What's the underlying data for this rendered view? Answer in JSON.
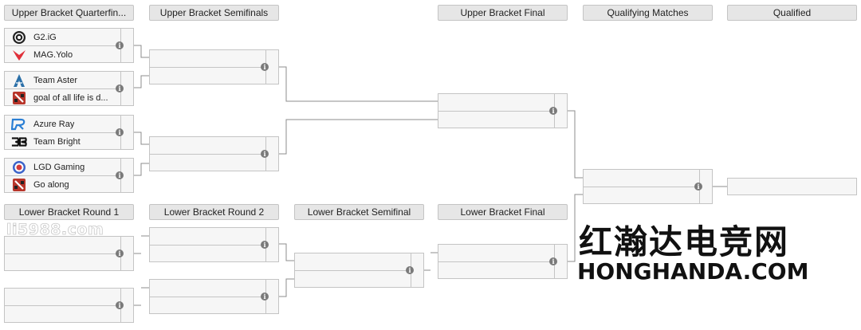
{
  "headers": {
    "ub_quarterfinals": "Upper Bracket Quarterfin...",
    "ub_semifinals": "Upper Bracket Semifinals",
    "ub_final": "Upper Bracket Final",
    "qualifying_matches": "Qualifying Matches",
    "qualified": "Qualified",
    "lb_round1": "Lower Bracket Round 1",
    "lb_round2": "Lower Bracket Round 2",
    "lb_semifinal": "Lower Bracket Semifinal",
    "lb_final": "Lower Bracket Final"
  },
  "matches": {
    "ubqf1": {
      "team1": "G2.iG",
      "team2": "MAG.Yolo"
    },
    "ubqf2": {
      "team1": "Team Aster",
      "team2": "goal of all life is d..."
    },
    "ubqf3": {
      "team1": "Azure Ray",
      "team2": "Team Bright"
    },
    "ubqf4": {
      "team1": "LGD Gaming",
      "team2": "Go along"
    }
  },
  "info_glyph": "i",
  "icons": {
    "g2ig": "g2ig-logo-icon",
    "magyolo": "mag-yolo-logo-icon",
    "aster": "team-aster-logo-icon",
    "dota_default": "dota2-logo-icon",
    "azure": "azure-ray-logo-icon",
    "bright": "team-bright-logo-icon",
    "lgd": "lgd-gaming-logo-icon",
    "info": "info-icon"
  },
  "watermarks": {
    "left": "li5988.com",
    "cn": "红瀚达电竞网",
    "en": "HONGHANDA.COM"
  },
  "colors": {
    "header_bg": "#e6e6e6",
    "match_bg": "#f6f6f6",
    "border": "#c4c4c4",
    "connector": "#8c8c8c",
    "info_icon": "#7a7a7a"
  }
}
